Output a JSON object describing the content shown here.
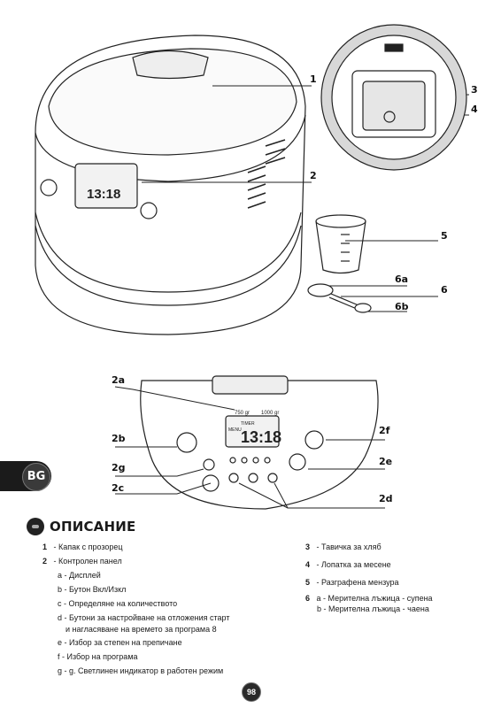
{
  "callouts": {
    "c1": "1",
    "c2": "2",
    "c3": "3",
    "c4": "4",
    "c5": "5",
    "c6a": "6a",
    "c6": "6",
    "c6b": "6b",
    "c2a": "2a",
    "c2b": "2b",
    "c2g": "2g",
    "c2c": "2c",
    "c2f": "2f",
    "c2e": "2e",
    "c2d": "2d"
  },
  "display": {
    "weight_small": "750 gr",
    "weight_large": "1000 gr",
    "time": "13:18",
    "menu_label": "MENU",
    "timer_label": "TIMER"
  },
  "lang_badge": "BG",
  "section": {
    "title": "ОПИСАНИЕ"
  },
  "left_list": [
    {
      "num": "1",
      "text": "- Капак с прозорец"
    },
    {
      "num": "2",
      "text": "- Контролен панел"
    },
    {
      "num": "",
      "text": "a - Дисплей"
    },
    {
      "num": "",
      "text": "b - Бутон Вкл/Изкл"
    },
    {
      "num": "",
      "text": "c - Определяне на количеството"
    },
    {
      "num": "",
      "text": "d - Бутони за настройване на отложения старт"
    },
    {
      "num": "",
      "text": "и нагласяване на времето за програма 8"
    },
    {
      "num": "",
      "text": "e - Избор за степен на препичане"
    },
    {
      "num": "",
      "text": "f - Избор на програма"
    },
    {
      "num": "",
      "text": "g - g.   Светлинен индикатор в работен режим"
    }
  ],
  "right_list": [
    {
      "num": "3",
      "text": "- Тавичка за хляб"
    },
    {
      "num": "4",
      "text": "- Лопатка за месене"
    },
    {
      "num": "5",
      "text": "- Разграфена мензура"
    },
    {
      "num": "6",
      "text": "a - Мерителна лъжица - супена"
    },
    {
      "num": "",
      "text": "b - Мерителна лъжица - чаена"
    }
  ],
  "page_number": "98"
}
